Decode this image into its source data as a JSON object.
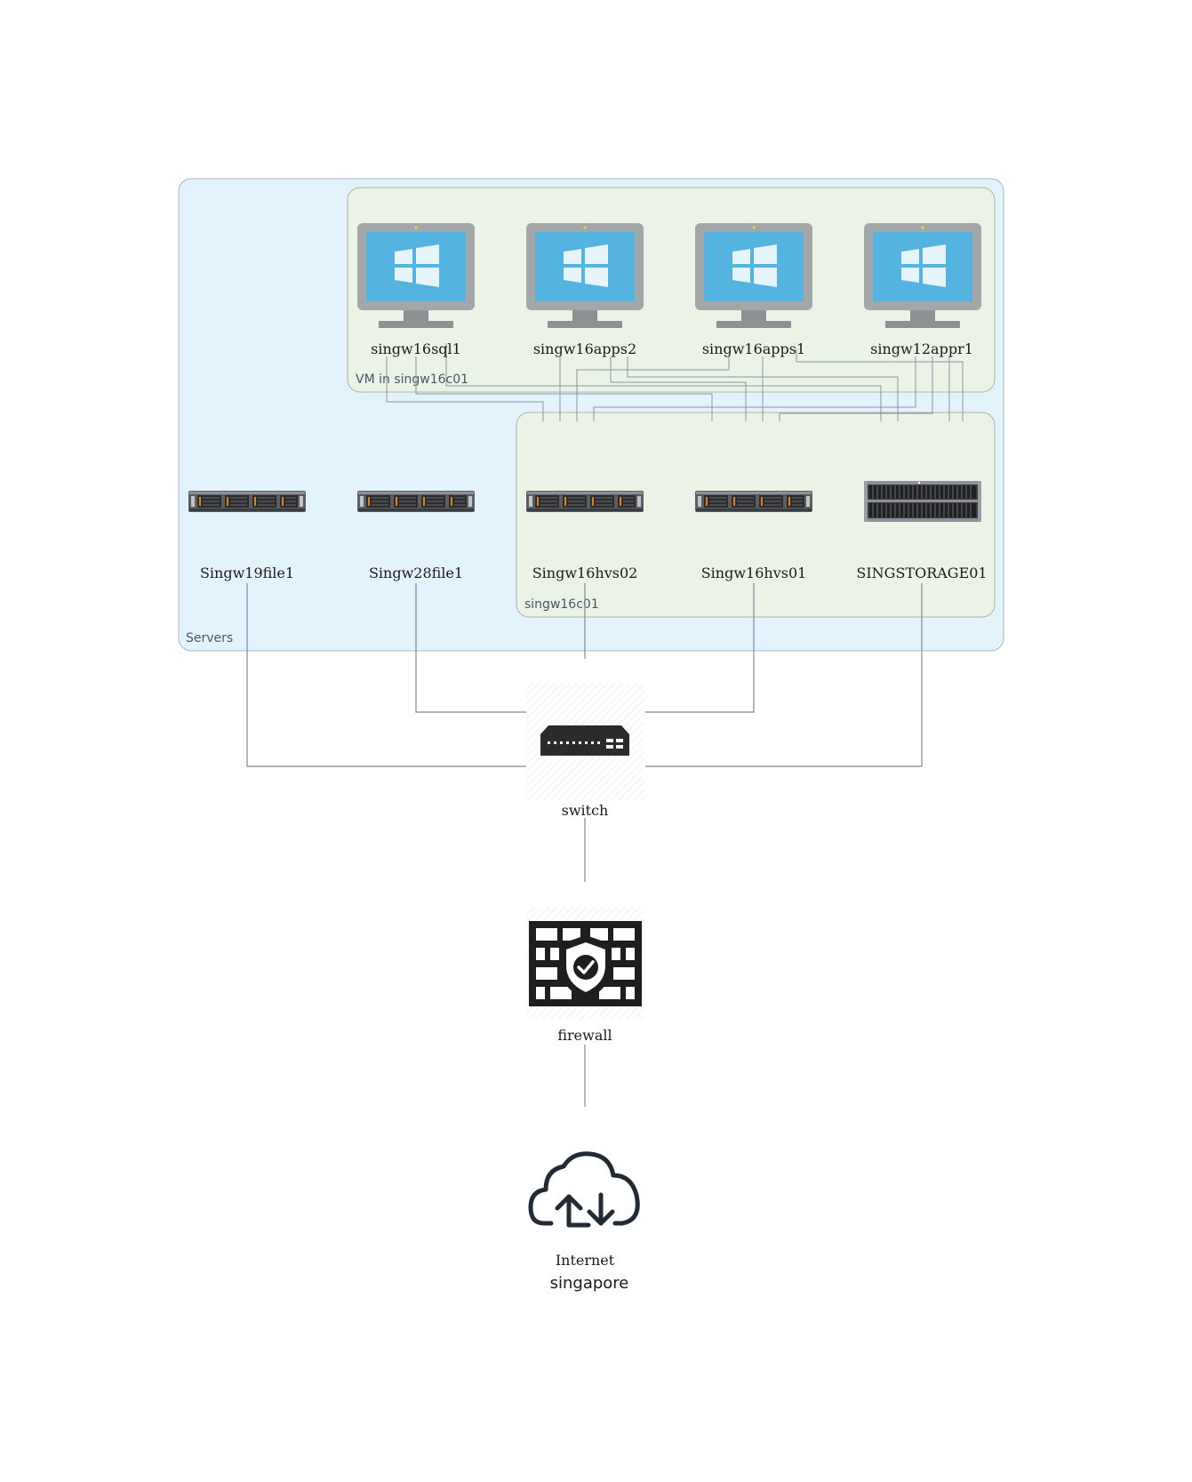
{
  "groups": {
    "servers": "Servers",
    "vm_group": "VM in singw16c01",
    "cluster": "singw16c01"
  },
  "vms": [
    {
      "label": "singw16sql1",
      "icon": "windows-monitor-icon"
    },
    {
      "label": "singw16apps2",
      "icon": "windows-monitor-icon"
    },
    {
      "label": "singw16apps1",
      "icon": "windows-monitor-icon"
    },
    {
      "label": "singw12appr1",
      "icon": "windows-monitor-icon"
    }
  ],
  "servers": [
    {
      "label": "Singw19file1",
      "icon": "rack-server-icon"
    },
    {
      "label": "Singw28file1",
      "icon": "rack-server-icon"
    },
    {
      "label": "Singw16hvs02",
      "icon": "rack-server-icon"
    },
    {
      "label": "Singw16hvs01",
      "icon": "rack-server-icon"
    },
    {
      "label": "SINGSTORAGE01",
      "icon": "storage-array-icon"
    }
  ],
  "network": {
    "switch": {
      "label": "switch",
      "icon": "network-switch-icon"
    },
    "firewall": {
      "label": "firewall",
      "icon": "firewall-shield-icon"
    },
    "internet": {
      "label": "Internet",
      "icon": "cloud-upload-download-icon"
    }
  },
  "site_label": "singapore",
  "colors": {
    "servers_bg": "#e3f3fb",
    "cluster_bg": "#ebf2e6",
    "monitor_screen": "#55b3e0",
    "monitor_frame": "#a4a7aa",
    "wire": "#7d8898"
  }
}
